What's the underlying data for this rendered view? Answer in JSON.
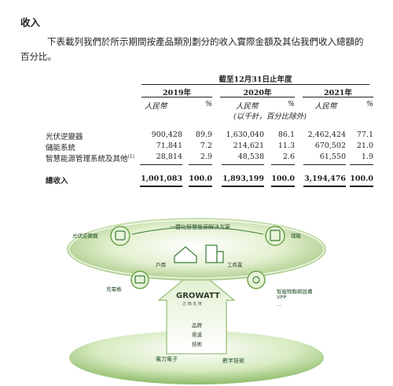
{
  "heading": "收入",
  "intro_line1": "下表載列我們於所示期間按產品類別劃分的收入實際金額及其佔我們收入總額的",
  "intro_line2": "百分比。",
  "table": {
    "period_header": "截至12月31日止年度",
    "years": [
      "2019年",
      "2020年",
      "2021年"
    ],
    "currency": "人民幣",
    "percent_sign": "%",
    "unit_note": "(以千計，百分比除外)",
    "rows": [
      {
        "label": "光伏逆變器",
        "v2019": "900,428",
        "p2019": "89.9",
        "v2020": "1,630,040",
        "p2020": "86.1",
        "v2021": "2,462,424",
        "p2021": "77.1"
      },
      {
        "label": "儲能系統",
        "v2019": "71,841",
        "p2019": "7.2",
        "v2020": "214,621",
        "p2020": "11.3",
        "v2021": "670,502",
        "p2021": "21.0"
      },
      {
        "label": "智慧能源管理系統及其他",
        "note": "(1)",
        "v2019": "28,814",
        "p2019": "2.9",
        "v2020": "48,538",
        "p2020": "2.6",
        "v2021": "61,550",
        "p2021": "1.9"
      }
    ],
    "total": {
      "label": "總收入",
      "v2019": "1,001,083",
      "p2019": "100.0",
      "v2020": "1,893,199",
      "p2020": "100.0",
      "v2021": "3,194,476",
      "p2021": "100.0"
    }
  },
  "diagram": {
    "top_title": "一體化智慧能源解決方案",
    "pv_inverter": "光伏逆變器",
    "storage": "儲能",
    "household": "戶用",
    "commercial": "工商業",
    "charger": "充電樁",
    "smart_device": "智能物聯網設備",
    "vpp": "VPP",
    "ellipsis": "...",
    "logo": "GROWATT",
    "logo_sub": "古 瑞 瓦 特",
    "base_1": "品牌",
    "base_2": "渠道",
    "base_3": "技術",
    "power_electronics": "電力電子",
    "digital_tech": "數字技術",
    "colors": {
      "accent_green": "#3a7a35",
      "light_green": "#cfe6b0",
      "dark_text": "#231f20"
    }
  }
}
